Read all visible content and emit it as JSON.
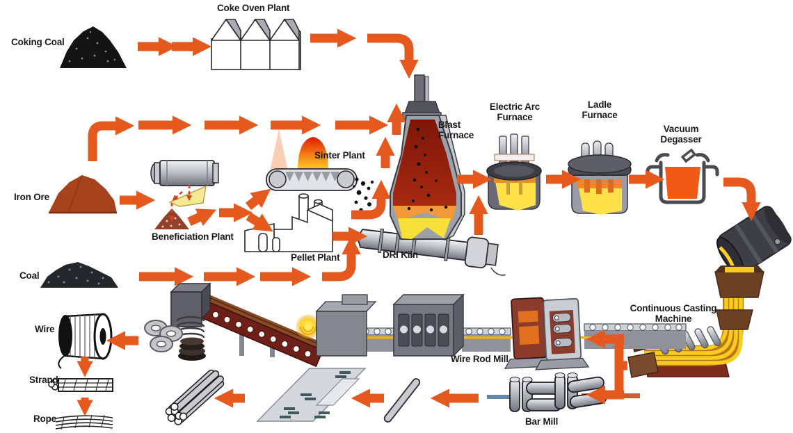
{
  "diagram": {
    "kind": "steel-manufacturing-process-flow"
  },
  "colors": {
    "arrow_orange": "#E6591E",
    "dashed_red": "#D8401E",
    "furnace_red": "#8E1E0C",
    "molten_orange": "#F08A28",
    "molten_yellow": "#FFDF3C",
    "steel_gray": "#9DA0A8",
    "coal_black": "#17171A",
    "iron_ore_brown": "#A7431C",
    "tundish_brown": "#6B4023"
  },
  "labels": {
    "coking_coal": "Coking Coal",
    "coke_oven_plant": "Coke Oven Plant",
    "iron_ore": "Iron Ore",
    "beneficiation_plant": "Beneficiation Plant",
    "sinter_plant": "Sinter Plant",
    "pellet_plant": "Pellet Plant",
    "blast_furnace": "Blast\nFurnace",
    "dri_kiln": "DRI Kiln",
    "electric_arc_furnace": "Electric Arc\nFurnace",
    "ladle_furnace": "Ladle\nFurnace",
    "vacuum_degasser": "Vacuum\nDegasser",
    "continuous_casting_machine": "Continuous Casting\nMachine",
    "wire_rod_mill": "Wire Rod Mill",
    "bar_mill": "Bar Mill",
    "coal": "Coal",
    "wire": "Wire",
    "strand": "Strand",
    "rope": "Rope"
  }
}
